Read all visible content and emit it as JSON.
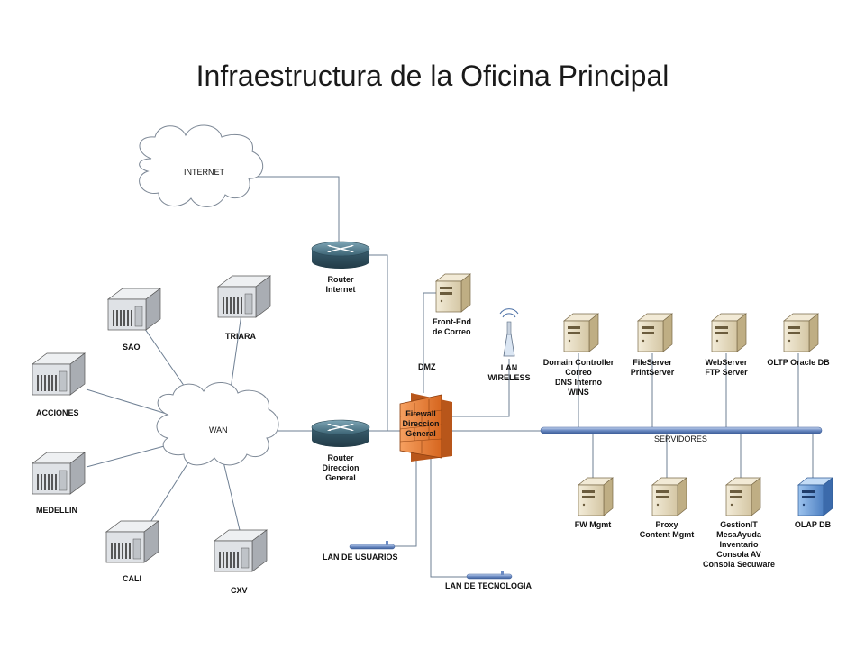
{
  "title": "Infraestructura de la Oficina Principal",
  "clouds": {
    "internet": "INTERNET",
    "wan": "WAN"
  },
  "routers": {
    "internet": [
      "Router",
      "Internet"
    ],
    "direccion": [
      "Router",
      "Direccion",
      "General"
    ]
  },
  "firewall": [
    "Firewall",
    "Direccion",
    "General"
  ],
  "dmz": "DMZ",
  "wireless": [
    "LAN",
    "WIRELESS"
  ],
  "frontend": [
    "Front-End",
    "de Correo"
  ],
  "branches": {
    "sao": "SAO",
    "triara": "TRIARA",
    "acciones": "ACCIONES",
    "medellin": "MEDELLIN",
    "cali": "CALI",
    "cxv": "CXV"
  },
  "servers_top": {
    "dc": [
      "Domain Controller",
      "Correo",
      "DNS Interno",
      "WINS"
    ],
    "file": [
      "FileServer",
      "PrintServer"
    ],
    "web": [
      "WebServer",
      "FTP Server"
    ],
    "oltp": [
      "OLTP Oracle DB"
    ]
  },
  "servers_bottom": {
    "fw": [
      "FW Mgmt"
    ],
    "proxy": [
      "Proxy",
      "Content Mgmt"
    ],
    "gestion": [
      "GestionIT",
      "MesaAyuda",
      "Inventario",
      "Consola AV",
      "Consola Secuware"
    ],
    "olap": [
      "OLAP DB"
    ]
  },
  "servidores": "SERVIDORES",
  "lan_usuarios": "LAN DE USUARIOS",
  "lan_tecnologia": "LAN DE TECNOLOGIA",
  "colors": {
    "wire": "#6e7f93",
    "router": "#3e6678",
    "server": "#e7dcc3",
    "firewall": "#e9782a",
    "bus": "#6d8cc4",
    "olap": "#6f9fd6"
  }
}
